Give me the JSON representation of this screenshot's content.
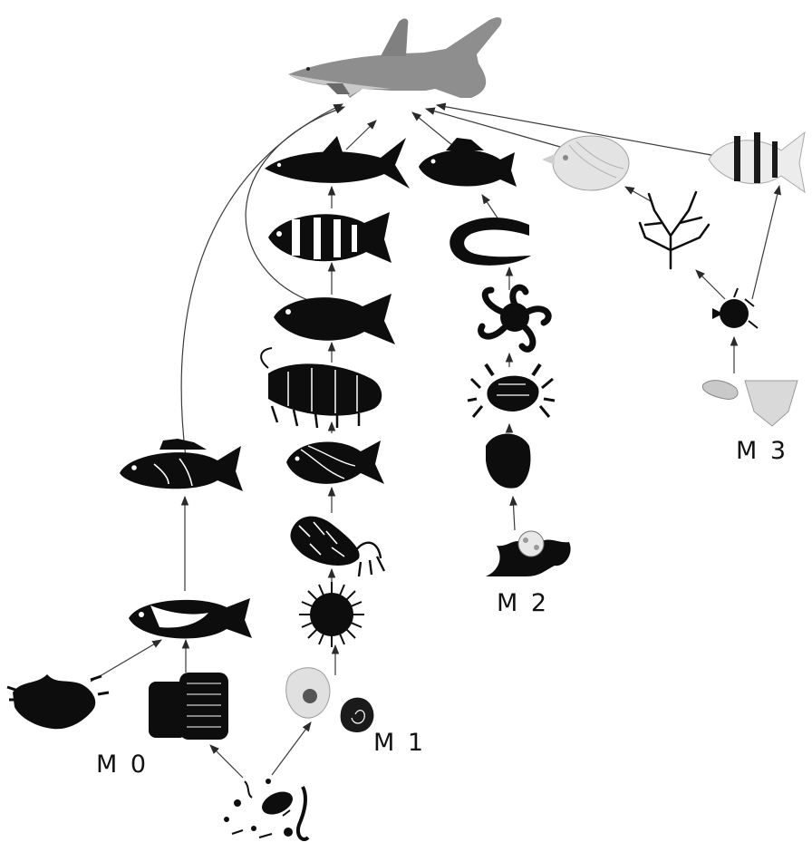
{
  "modules": {
    "m0": "M 0",
    "m1": "M 1",
    "m2": "M 2",
    "m3": "M 3"
  },
  "organisms": [
    {
      "id": "shark",
      "icon": "shark-icon",
      "module": "top"
    },
    {
      "id": "tuna",
      "icon": "tuna-fish-icon",
      "module": "M 1"
    },
    {
      "id": "grouper",
      "icon": "grouper-fish-icon",
      "module": "M 2"
    },
    {
      "id": "butterflyfish",
      "icon": "butterflyfish-icon",
      "module": "M 3"
    },
    {
      "id": "angelfish",
      "icon": "angelfish-icon",
      "module": "M 3"
    },
    {
      "id": "sweetlips",
      "icon": "sweetlips-fish-icon",
      "module": "M 1"
    },
    {
      "id": "snapper",
      "icon": "snapper-fish-icon",
      "module": "M 1"
    },
    {
      "id": "lobster",
      "icon": "spiny-lobster-icon",
      "module": "M 1"
    },
    {
      "id": "damselfish",
      "icon": "damselfish-icon",
      "module": "M 1"
    },
    {
      "id": "hermit-crab",
      "icon": "hermit-crab-icon",
      "module": "M 1"
    },
    {
      "id": "sea-urchin",
      "icon": "sea-urchin-icon",
      "module": "M 1"
    },
    {
      "id": "foraminifera",
      "icon": "foraminifera-icon",
      "module": "M 1"
    },
    {
      "id": "nautilus-shell",
      "icon": "spiral-shell-icon",
      "module": "M 1"
    },
    {
      "id": "moray-eel",
      "icon": "moray-eel-icon",
      "module": "M 2"
    },
    {
      "id": "brittle-star",
      "icon": "brittle-star-icon",
      "module": "M 2"
    },
    {
      "id": "crab",
      "icon": "crab-icon",
      "module": "M 2"
    },
    {
      "id": "bivalve",
      "icon": "bivalve-icon",
      "module": "M 2"
    },
    {
      "id": "coral",
      "icon": "coral-icon",
      "module": "M 2"
    },
    {
      "id": "sea-fan",
      "icon": "sea-fan-icon",
      "module": "M 3"
    },
    {
      "id": "pufferfish",
      "icon": "small-fish-icon",
      "module": "M 3"
    },
    {
      "id": "diatom",
      "icon": "diatom-icon",
      "module": "M 3"
    },
    {
      "id": "dinoflagellate",
      "icon": "dinoflagellate-icon",
      "module": "M 3"
    },
    {
      "id": "hogfish",
      "icon": "hogfish-icon",
      "module": "M 0"
    },
    {
      "id": "parrotfish",
      "icon": "parrotfish-icon",
      "module": "M 0"
    },
    {
      "id": "algae",
      "icon": "algae-icon",
      "module": "M 0"
    },
    {
      "id": "sponge",
      "icon": "sponge-icon",
      "module": "M 0"
    },
    {
      "id": "detritus",
      "icon": "detritus-microbes-icon",
      "module": "base"
    }
  ],
  "colors": {
    "silhouette": "#0d0d0d",
    "shark": "#8e8e8e",
    "pale": "#e3e3e3",
    "arrow": "#3a3a3a"
  }
}
